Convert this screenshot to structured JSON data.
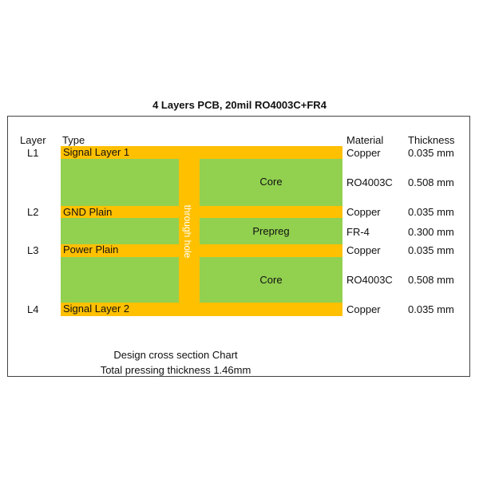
{
  "title": "4 Layers PCB, 20mil RO4003C+FR4",
  "headers": {
    "layer": "Layer",
    "type": "Type",
    "material": "Material",
    "thickness": "Thickness"
  },
  "layers": [
    {
      "id": "L1",
      "type": "Signal Layer 1",
      "material": "Copper",
      "thickness": "0.035 mm"
    },
    {
      "id": "L2",
      "type": "GND Plain",
      "material": "Copper",
      "thickness": "0.035 mm"
    },
    {
      "id": "L3",
      "type": "Power Plain",
      "material": "Copper",
      "thickness": "0.035 mm"
    },
    {
      "id": "L4",
      "type": "Signal Layer 2",
      "material": "Copper",
      "thickness": "0.035 mm"
    }
  ],
  "dielectrics": [
    {
      "label": "Core",
      "material": "RO4003C",
      "thickness": "0.508 mm"
    },
    {
      "label": "Prepreg",
      "material": "FR-4",
      "thickness": "0.300 mm"
    },
    {
      "label": "Core",
      "material": "RO4003C",
      "thickness": "0.508 mm"
    }
  ],
  "via_label": "through hole",
  "footer": {
    "line1": "Design cross section Chart",
    "line2": "Total pressing thickness 1.46mm"
  },
  "colors": {
    "copper": "#FFC000",
    "dielectric": "#92D050",
    "via": "#FFC000"
  }
}
